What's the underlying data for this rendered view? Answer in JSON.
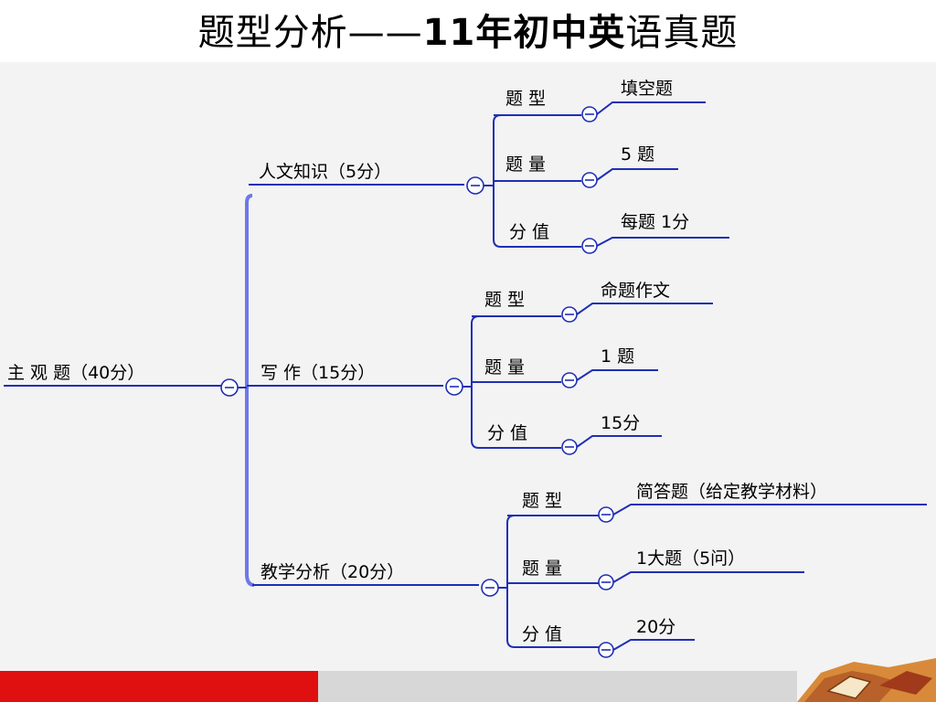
{
  "title": {
    "part1": "题型分析——",
    "part2": "11年初中英",
    "part3": "语真题"
  },
  "root": {
    "label": "主 观 题（40分）"
  },
  "branches": [
    {
      "label": "人文知识（5分）",
      "items": [
        {
          "key": "题  型",
          "value": "填空题"
        },
        {
          "key": "题  量",
          "value": "5 题"
        },
        {
          "key": "分  值",
          "value": "每题 1分"
        }
      ]
    },
    {
      "label": "写  作（15分）",
      "items": [
        {
          "key": "题  型",
          "value": "命题作文"
        },
        {
          "key": "题  量",
          "value": "1 题"
        },
        {
          "key": "分  值",
          "value": "15分"
        }
      ]
    },
    {
      "label": "教学分析（20分）",
      "items": [
        {
          "key": "题  型",
          "value": "简答题（给定教学材料）"
        },
        {
          "key": "题  量",
          "value": "1大题（5问）"
        },
        {
          "key": "分  值",
          "value": "20分"
        }
      ]
    }
  ],
  "colors": {
    "line": "#1f2fb5",
    "accent_bar": "#e01010",
    "panel": "#f3f3f3"
  },
  "icons": {
    "toggle": "collapse-minus-icon",
    "corner": "decorative-seal-icon"
  }
}
